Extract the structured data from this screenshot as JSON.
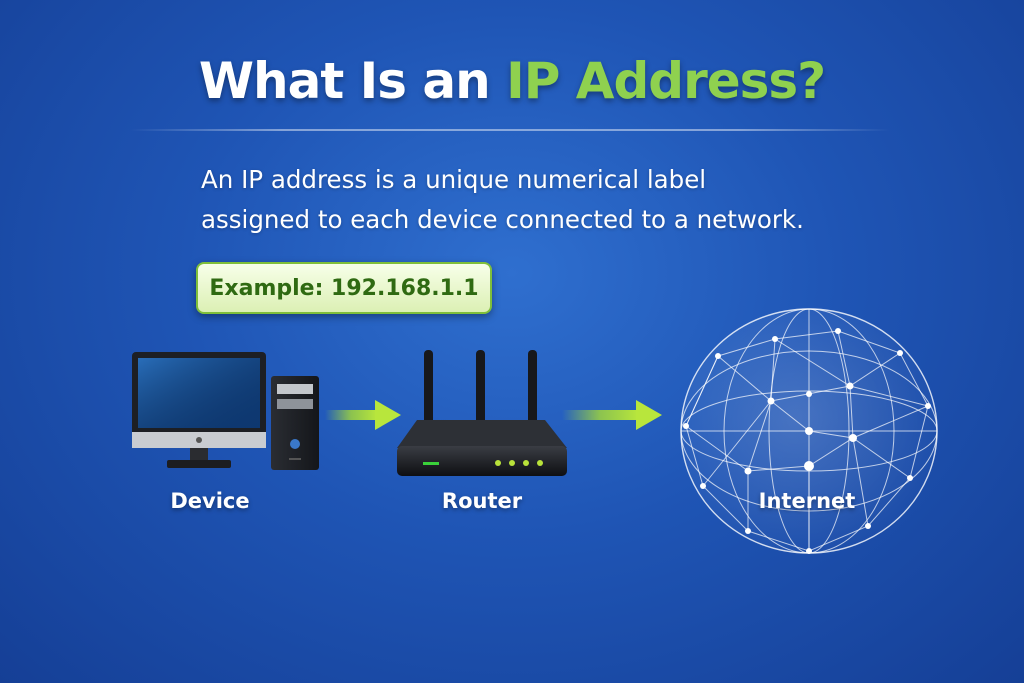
{
  "title": {
    "lead": "What Is an ",
    "accent": "IP Address?"
  },
  "description": {
    "line1": "An IP address is a unique numerical label",
    "line2": "assigned to each device connected to a network."
  },
  "example": {
    "label": "Example: 192.168.1.1"
  },
  "nodes": {
    "device": "Device",
    "router": "Router",
    "internet": "Internet"
  },
  "colors": {
    "background": "#1f55b5",
    "accent_green": "#8fd14f",
    "arrow_green": "#a6dc34"
  }
}
